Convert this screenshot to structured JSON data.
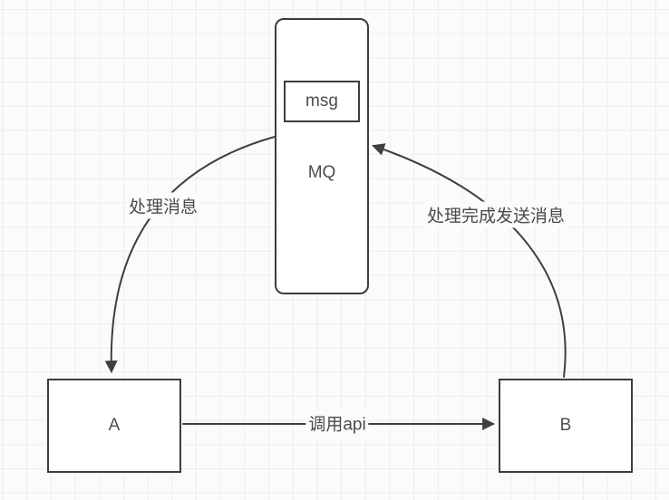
{
  "nodes": {
    "mq": {
      "label": "MQ"
    },
    "msg": {
      "label": "msg"
    },
    "a": {
      "label": "A"
    },
    "b": {
      "label": "B"
    }
  },
  "edges": {
    "mq_to_a": {
      "label": "处理消息"
    },
    "a_to_b": {
      "label": "调用api"
    },
    "b_to_mq": {
      "label": "处理完成发送消息"
    }
  },
  "colors": {
    "background": "#fbfbfb",
    "grid_line": "#ececec",
    "node_border": "#3d3d3d",
    "node_fill": "#ffffff",
    "edge_stroke": "#3f3f3f",
    "text": "#4d4d4d"
  }
}
